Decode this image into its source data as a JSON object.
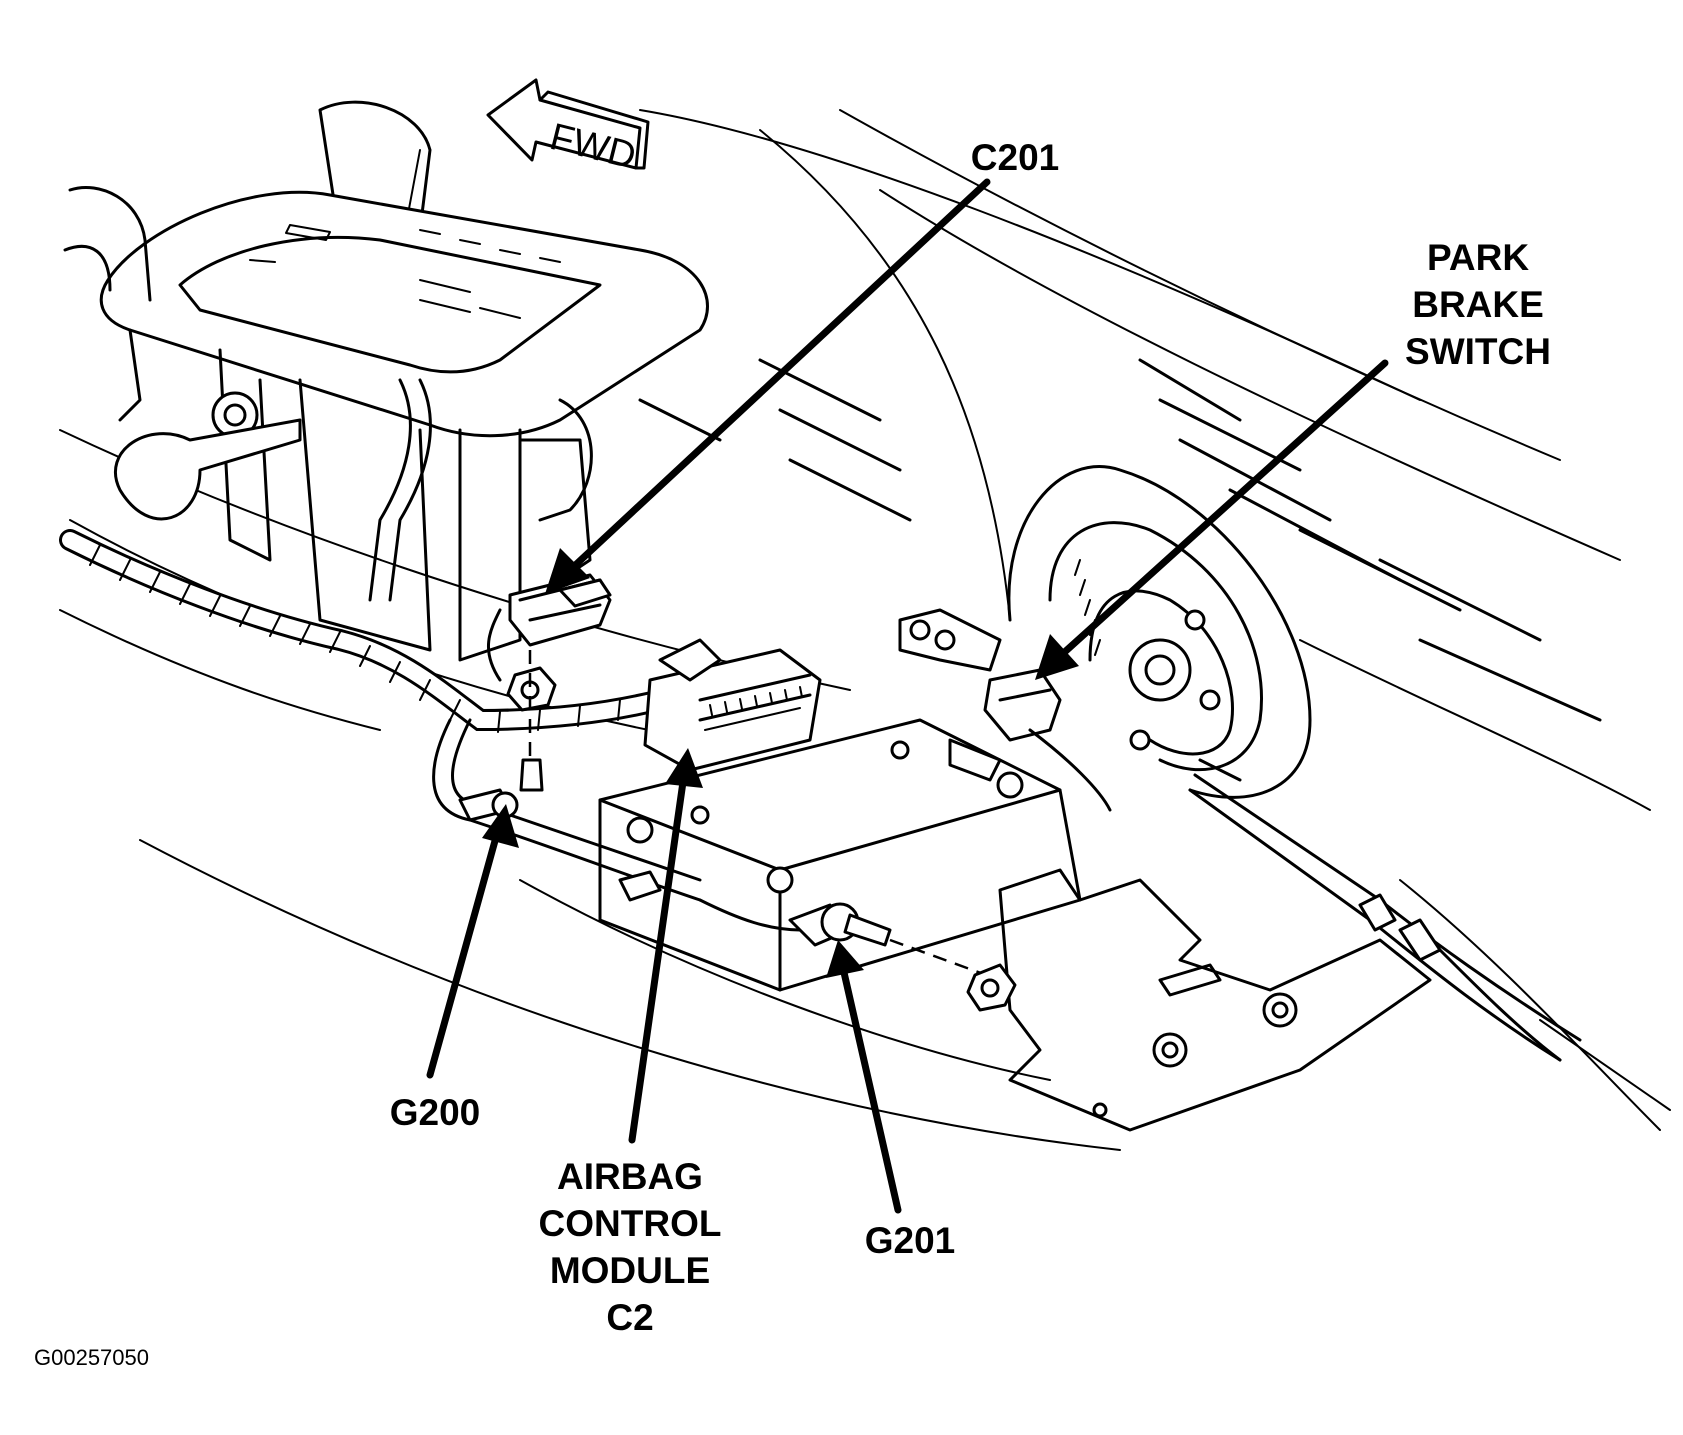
{
  "direction_arrow": {
    "label": "FWD"
  },
  "callouts": {
    "c201": {
      "lines": [
        "C201"
      ]
    },
    "park_brake_switch": {
      "lines": [
        "PARK",
        "BRAKE",
        "SWITCH"
      ]
    },
    "g200": {
      "lines": [
        "G200"
      ]
    },
    "airbag_control_module_c2": {
      "lines": [
        "AIRBAG",
        "CONTROL",
        "MODULE",
        "C2"
      ]
    },
    "g201": {
      "lines": [
        "G201"
      ]
    }
  },
  "figure_id": "G00257050"
}
